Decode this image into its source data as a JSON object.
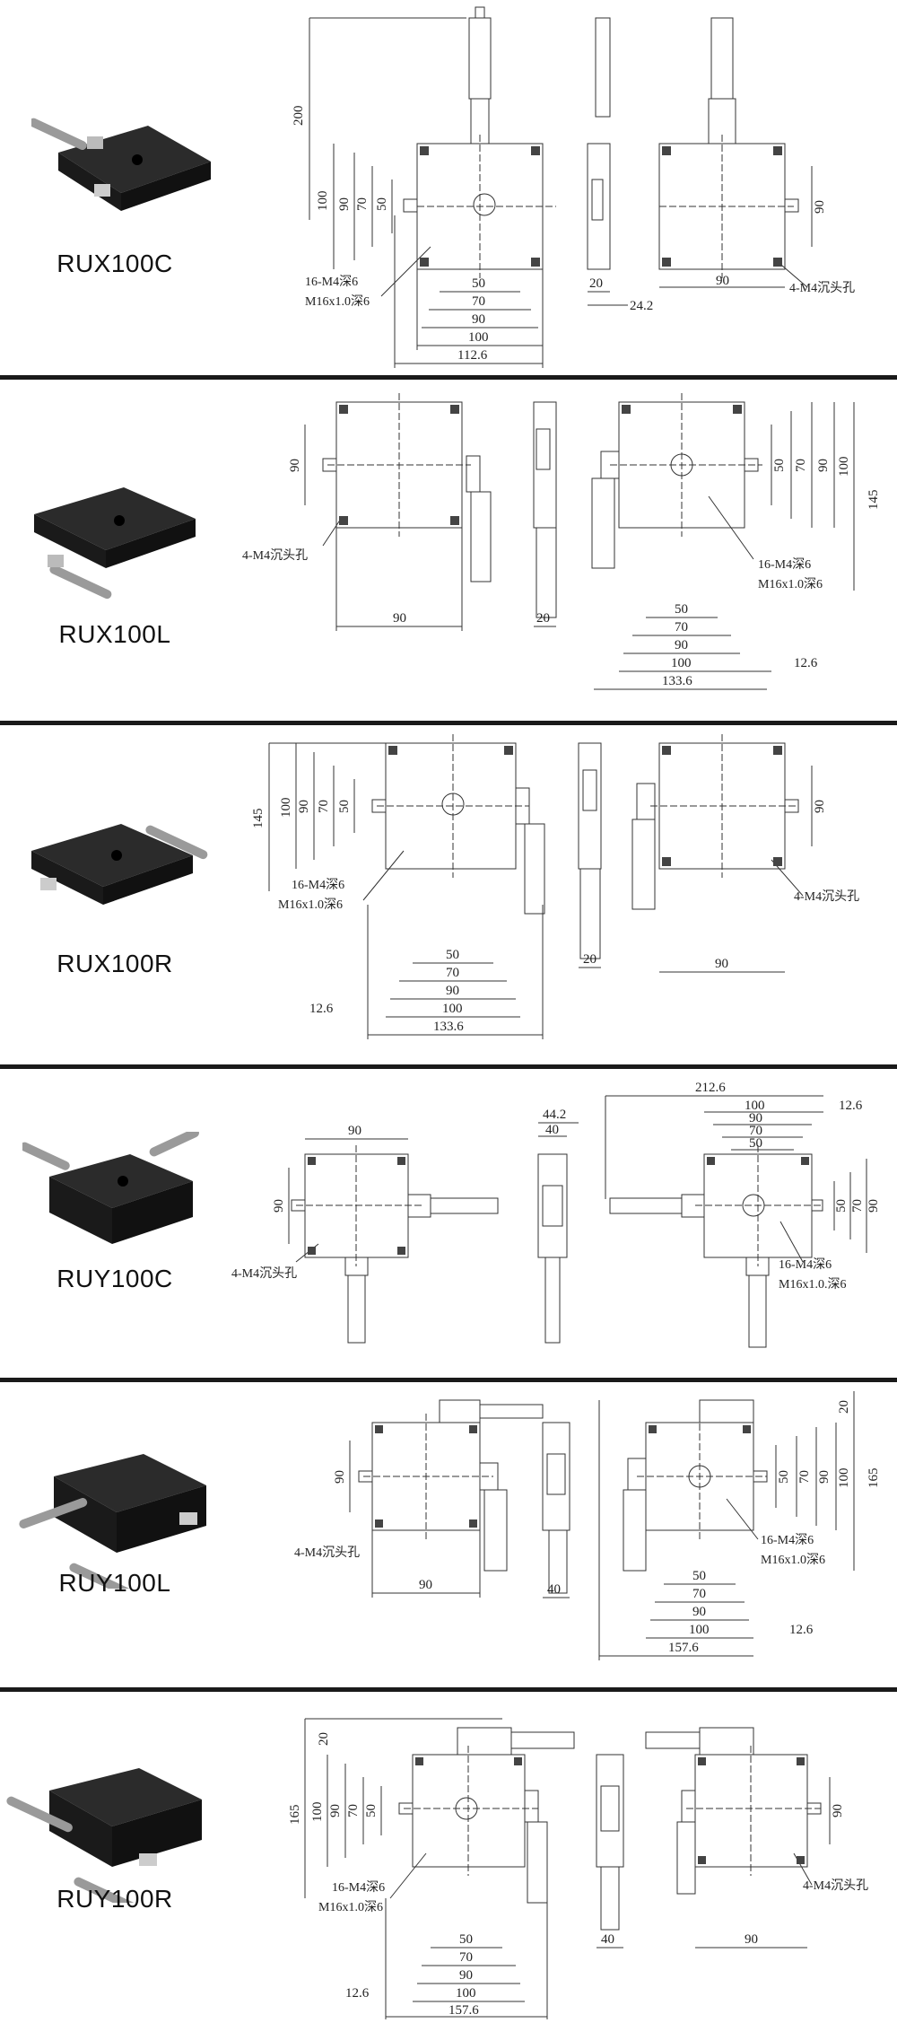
{
  "panels": [
    {
      "model": "RUX100C",
      "labels": {
        "h200": "200",
        "h100": "100",
        "h90": "90",
        "h70": "70",
        "h50": "50",
        "h90r": "90",
        "holes": "16-M4深6",
        "center": "M16x1.0深6",
        "csk": "4-M4沉头孔",
        "w50": "50",
        "w70": "70",
        "w90": "90",
        "w100": "100",
        "w112": "112.6",
        "side20": "20",
        "side24": "24.2",
        "back90": "90"
      }
    },
    {
      "model": "RUX100L",
      "labels": {
        "h90l": "90",
        "csk": "4-M4沉头孔",
        "w90l": "90",
        "side20": "20",
        "h50": "50",
        "h70": "70",
        "h90": "90",
        "h100": "100",
        "h145": "145",
        "holes": "16-M4深6",
        "center": "M16x1.0深6",
        "w50": "50",
        "w70": "70",
        "w90": "90",
        "w100": "100",
        "w126": "12.6",
        "w133": "133.6"
      }
    },
    {
      "model": "RUX100R",
      "labels": {
        "h145": "145",
        "h100": "100",
        "h90": "90",
        "h70": "70",
        "h50": "50",
        "holes": "16-M4深6",
        "center": "M16x1.0深6",
        "w50": "50",
        "w70": "70",
        "w90": "90",
        "w100": "100",
        "w126": "12.6",
        "w133": "133.6",
        "side20": "20",
        "h90r": "90",
        "csk": "4-M4沉头孔",
        "w90r": "90"
      }
    },
    {
      "model": "RUY100C",
      "labels": {
        "w90a": "90",
        "h90a": "90",
        "csk": "4-M4沉头孔",
        "w442": "44.2",
        "w40": "40",
        "w2126": "212.6",
        "w100": "100",
        "w126": "12.6",
        "w90": "90",
        "w70": "70",
        "w50": "50",
        "h50": "50",
        "h70": "70",
        "h90": "90",
        "holes": "16-M4深6",
        "center": "M16x1.0.深6"
      }
    },
    {
      "model": "RUY100L",
      "labels": {
        "h90l": "90",
        "csk": "4-M4沉头孔",
        "w90l": "90",
        "side40": "40",
        "v20": "20",
        "h50": "50",
        "h70": "70",
        "h90": "90",
        "h100": "100",
        "h165": "165",
        "holes": "16-M4深6",
        "center": "M16x1.0深6",
        "w50": "50",
        "w70": "70",
        "w90": "90",
        "w100": "100",
        "w126": "12.6",
        "w157": "157.6"
      }
    },
    {
      "model": "RUY100R",
      "labels": {
        "v20": "20",
        "h165": "165",
        "h100": "100",
        "h90": "90",
        "h70": "70",
        "h50": "50",
        "holes": "16-M4深6",
        "center": "M16x1.0深6",
        "w50": "50",
        "w70": "70",
        "w90": "90",
        "w100": "100",
        "w126": "12.6",
        "w157": "157.6",
        "side40": "40",
        "h90r": "90",
        "csk": "4-M4沉头孔",
        "w90r": "90"
      }
    }
  ]
}
